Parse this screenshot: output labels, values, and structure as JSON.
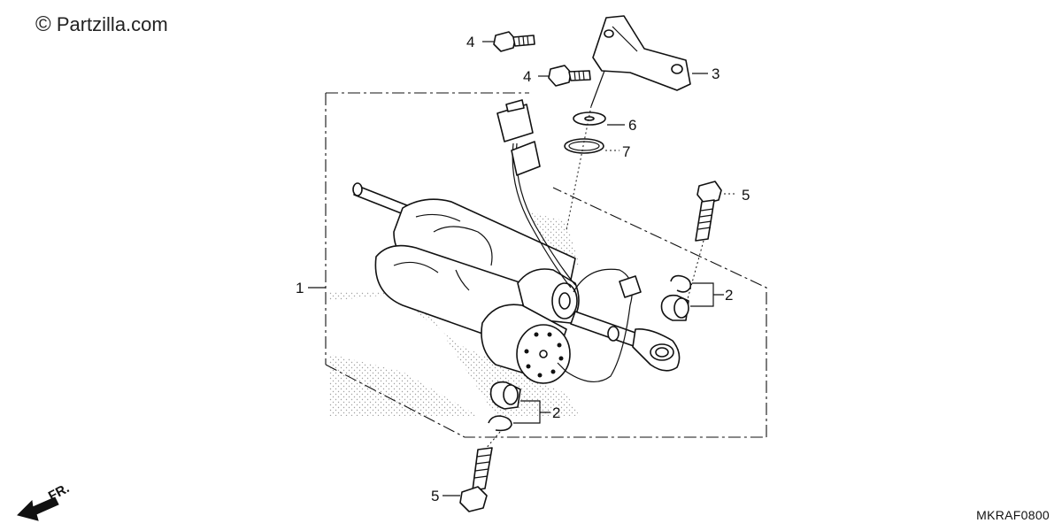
{
  "watermark": "Partzilla.com",
  "watermark_symbol": "©",
  "diagram_code": "MKRAF0800",
  "direction_label": "FR.",
  "callouts": {
    "c1": "1",
    "c2a": "2",
    "c2b": "2",
    "c3": "3",
    "c4a": "4",
    "c4b": "4",
    "c5a": "5",
    "c5b": "5",
    "c6": "6",
    "c7": "7"
  }
}
